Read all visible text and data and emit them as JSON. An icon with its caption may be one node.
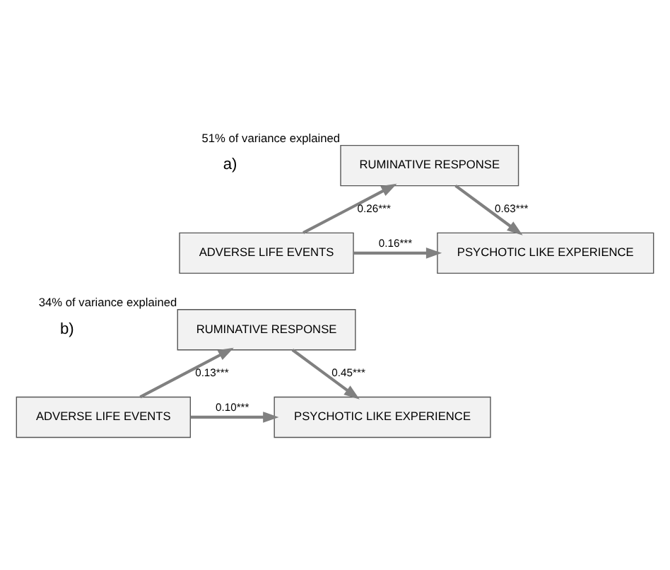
{
  "diagram": {
    "nodes": [
      {
        "text": [
          "RUMINATIVE RESPONSE"
        ],
        "beside": [
          "51% of variance explained"
        ]
      },
      {
        "text": [
          "ADVERSE LIFE EVENTS"
        ]
      },
      {
        "text": [
          "PSYCHOTIC LIKE EXPERIENCE"
        ]
      },
      {
        "text": [
          "RUMINATIVE RESPONSE"
        ],
        "beside": [
          "34% of variance explained"
        ]
      },
      {
        "text": [
          "ADVERSE LIFE EVENTS"
        ]
      },
      {
        "text": [
          "PSYCHOTIC LIKE EXPERIENCE"
        ]
      }
    ],
    "edges": [
      {
        "from": 1,
        "to": 0,
        "arrow": "to",
        "label": "0.26***"
      },
      {
        "from": 0,
        "to": 2,
        "arrow": "to",
        "label": "0.63***"
      },
      {
        "from": 1,
        "to": 2,
        "arrow": "to",
        "label": "0.16***"
      },
      {
        "from": 4,
        "to": 3,
        "arrow": "to",
        "label": "0.13***"
      },
      {
        "from": 3,
        "to": 5,
        "arrow": "to",
        "label": "0.45***"
      },
      {
        "from": 4,
        "to": 5,
        "arrow": "to",
        "label": "0.10***"
      }
    ],
    "labels": [
      "a)",
      "b)"
    ]
  }
}
